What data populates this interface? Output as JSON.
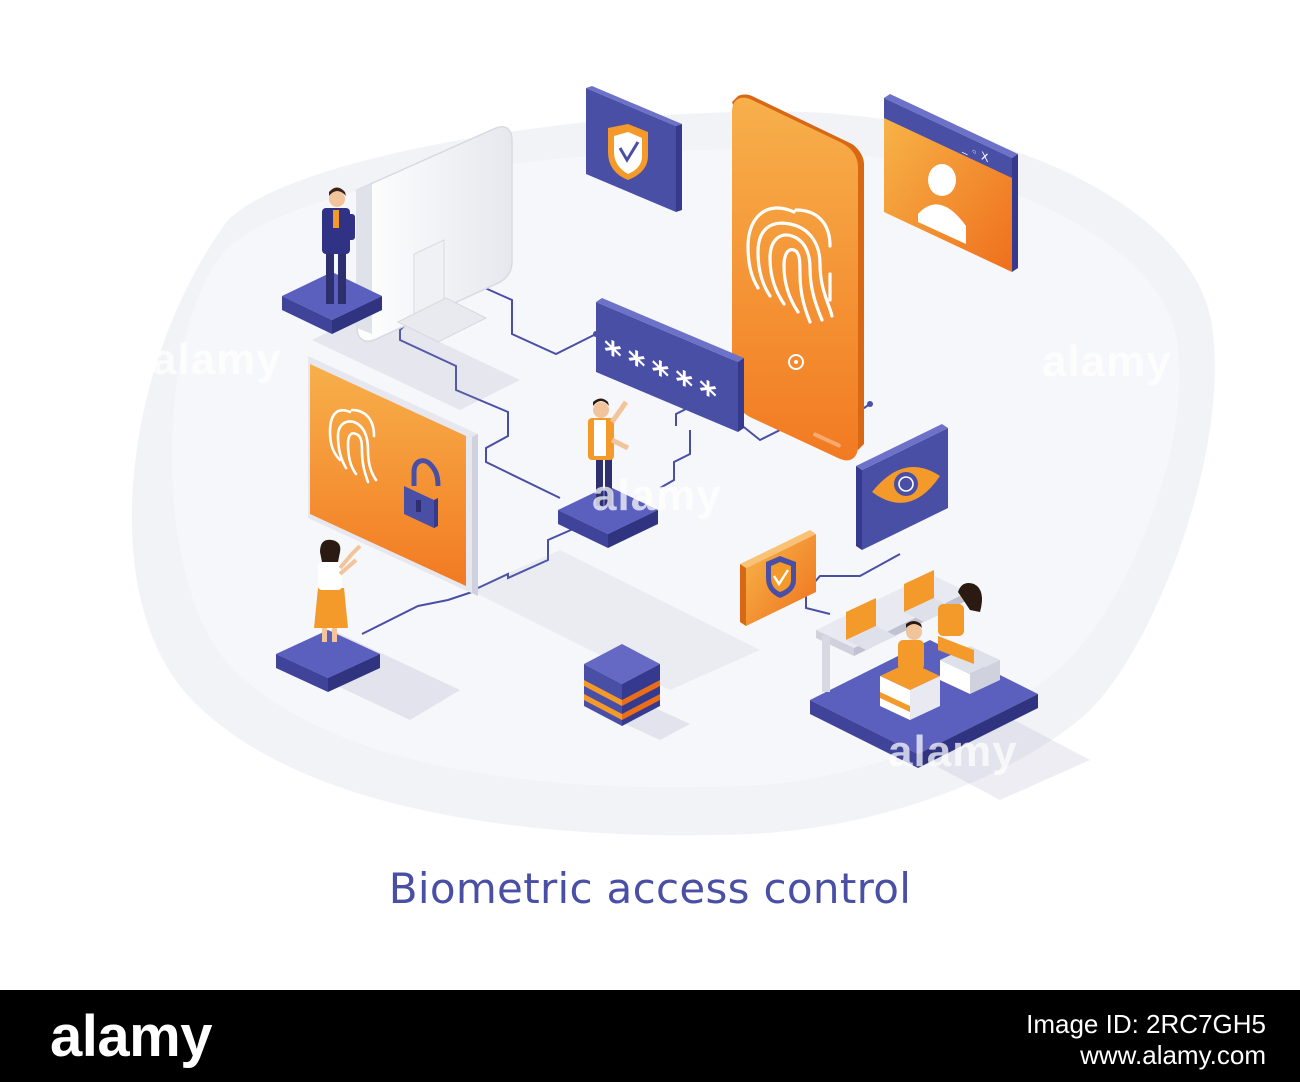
{
  "illustration": {
    "title": "Biometric access control",
    "password_mask": "*****",
    "window_controls": "_ ◦ X"
  },
  "watermark": {
    "label": "alamy"
  },
  "footer": {
    "brand": "alamy",
    "image_id": "Image ID: 2RC7GH5",
    "website": "www.alamy.com"
  },
  "colors": {
    "accent": "#f39a2a",
    "accent_dark": "#ea6d17",
    "navy": "#4a4fa6",
    "navy_dark": "#353a8f",
    "platform": "#5558b3",
    "light_bg": "#f1f2f6"
  },
  "icons": {
    "fingerprint": "fingerprint-icon",
    "shield": "shield-check-icon",
    "user": "user-icon",
    "eye": "eye-scan-icon",
    "lock": "padlock-icon"
  }
}
